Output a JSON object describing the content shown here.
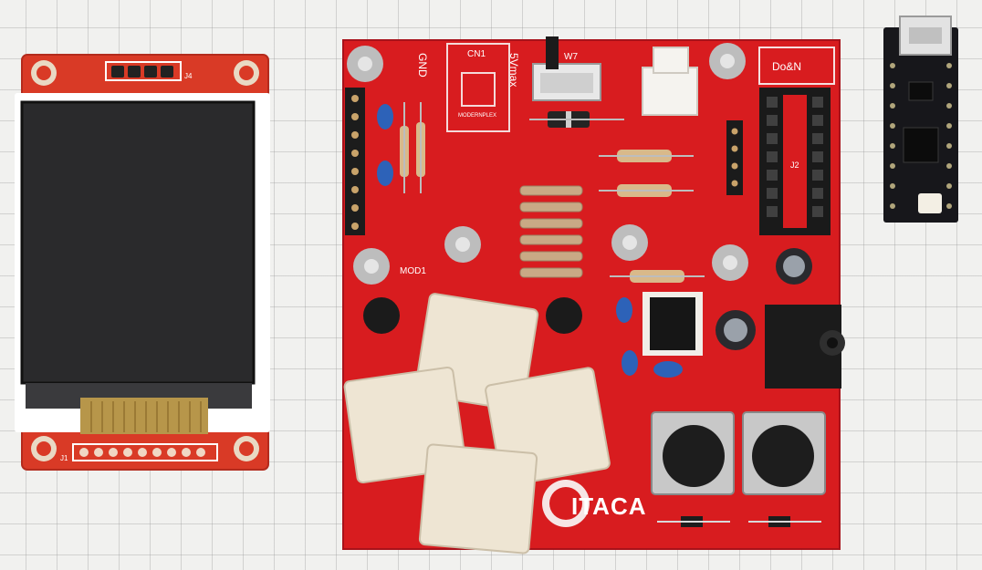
{
  "scene": "breadboard-components-photo",
  "board_colors": {
    "pcb_red": "#d81c1f",
    "display_red": "#d93a26",
    "nano_black": "#17171b",
    "button_beige": "#eee5d3"
  },
  "display_module": {
    "header_top_label": "J4",
    "header_bottom_label": "J1"
  },
  "main_board": {
    "connector_label": "CN1",
    "connector_small_text": "MODERNPLEX",
    "gnd_label": "GND",
    "vmax_label": "5Vmax",
    "switch_label": "W7",
    "module_label": "MOD1",
    "logo_text": "ITACA",
    "header_box_text": "Do&N",
    "ic_socket_label": "J2"
  },
  "microcontroller": {
    "name": "nano-board"
  }
}
